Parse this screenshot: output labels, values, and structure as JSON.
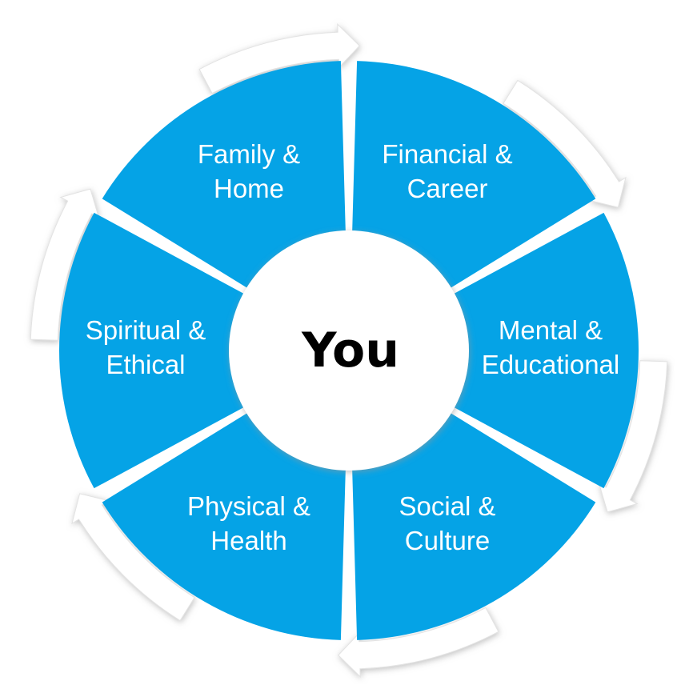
{
  "center": {
    "label": "You"
  },
  "segments": [
    {
      "id": "financial-career",
      "lines": [
        "Financial &",
        "Career"
      ]
    },
    {
      "id": "mental-educational",
      "lines": [
        "Mental &",
        "Educational"
      ]
    },
    {
      "id": "social-culture",
      "lines": [
        "Social &",
        "Culture"
      ]
    },
    {
      "id": "physical-health",
      "lines": [
        "Physical &",
        "Health"
      ]
    },
    {
      "id": "spiritual-ethical",
      "lines": [
        "Spiritual &",
        "Ethical"
      ]
    },
    {
      "id": "family-home",
      "lines": [
        "Family &",
        "Home"
      ]
    }
  ],
  "colors": {
    "segment_fill": "#05a3e6",
    "arrow_fill": "#ffffff",
    "arrow_shadow": "#b9b9b9",
    "center_fill": "#ffffff",
    "segment_text": "#ffffff",
    "center_text": "#000000"
  }
}
